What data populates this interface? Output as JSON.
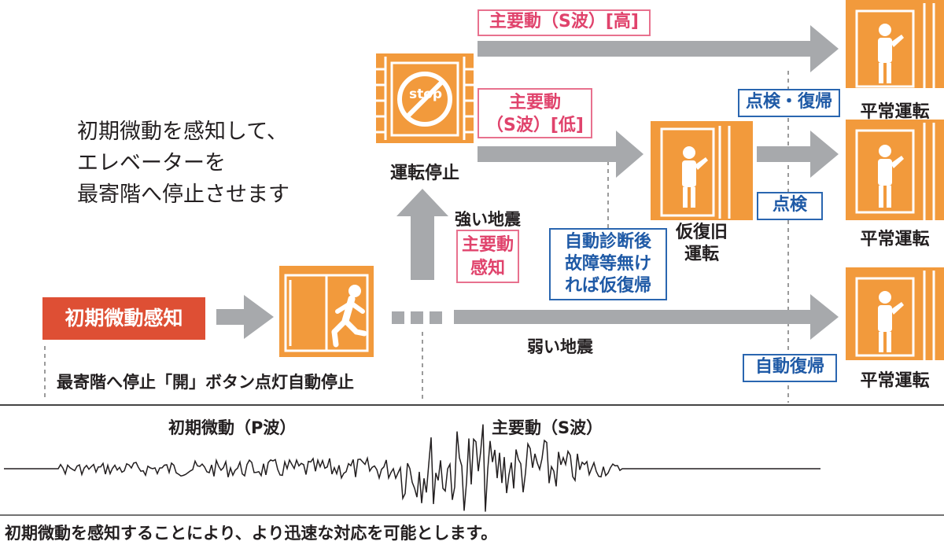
{
  "intro": {
    "lines": [
      "初期微動を感知して、",
      "エレベーターを",
      "最寄階へ停止させます"
    ]
  },
  "initial_detection_badge": "初期微動感知",
  "first_stop_caption": "最寄階へ停止「開」ボタン点灯自動停止",
  "stop_sign_text": "stop",
  "operation_stop_label": "運転停止",
  "strong_quake_label": "強い地震",
  "main_motion_detect_box": [
    "主要動",
    "感知"
  ],
  "weak_quake_label": "弱い地震",
  "main_motion_high_box": "主要動（S波）[高]",
  "main_motion_low_box": [
    "主要動",
    "（S波）[低]"
  ],
  "self_diagnosis_box": [
    "自動診断後",
    "故障等無け",
    "れば仮復帰"
  ],
  "temp_recovery_label": [
    "仮復旧",
    "運転"
  ],
  "inspect_recover_box": "点検・復帰",
  "inspect_box": "点検",
  "auto_recover_box": "自動復帰",
  "normal_operation_label": "平常運転",
  "wave": {
    "p_wave_label": "初期微動（P波）",
    "s_wave_label": "主要動（S波）"
  },
  "footer_text": "初期微動を感知することにより、より迅速な対応を可能とします。",
  "colors": {
    "orange": "#f29a3c",
    "orange_dark": "#e8841f",
    "arrow_gray": "#a7a9ac",
    "badge_red": "#de4f34",
    "pink": "#e0436c",
    "blue": "#1f5aa6"
  },
  "icons": [
    "elevator-icon",
    "running-person-icon",
    "stop-sign-icon",
    "standing-person-icon",
    "arrow-icon"
  ]
}
